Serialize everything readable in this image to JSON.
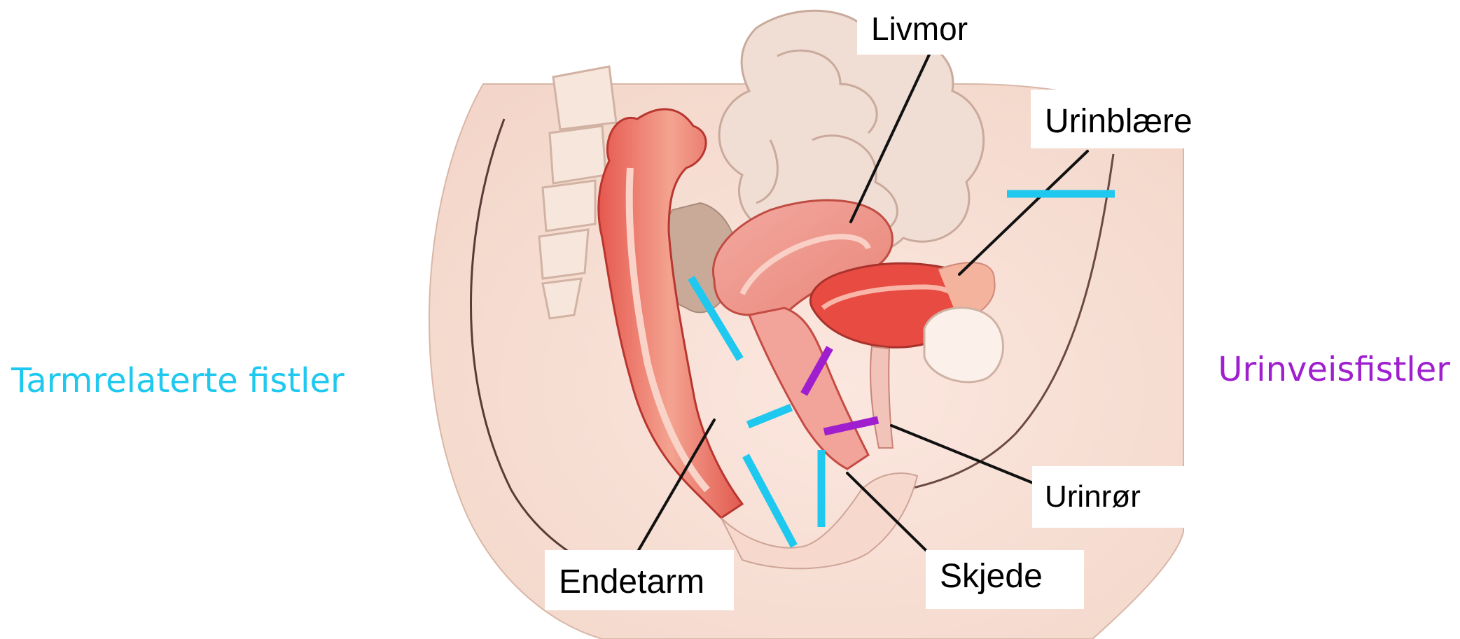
{
  "categories": {
    "intestinal": "Tarmrelaterte fistler",
    "urinary": "Urinveisfistler"
  },
  "labels": {
    "uterus": "Livmor",
    "bladder": "Urinblære",
    "urethra": "Urinrør",
    "vagina": "Skjede",
    "rectum": "Endetarm"
  },
  "colors": {
    "intestinal": "#1ec8ef",
    "urinary": "#9f1fcf",
    "leader": "#111111"
  }
}
